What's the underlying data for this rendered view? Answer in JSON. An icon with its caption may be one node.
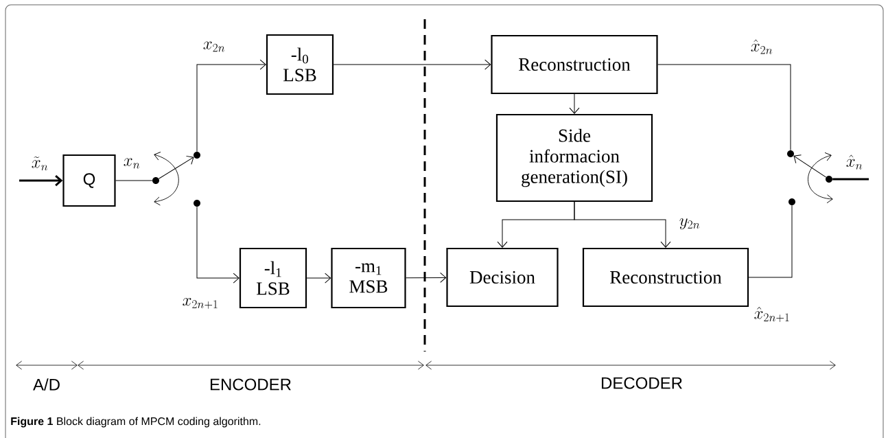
{
  "diagram": {
    "caption": "**Figure 1** Block diagram of MPCM coding algorithm.",
    "nodes": [
      {
        "text": [
          "Q"
        ]
      },
      {
        "text": [],
        "shape": "circle"
      },
      {
        "text": [],
        "shape": "circle"
      },
      {
        "text": [],
        "shape": "circle"
      },
      {
        "text": [
          "-l$_{0}$ LSB"
        ]
      },
      {
        "text": [
          "-l$_{1}$ LSB"
        ]
      },
      {
        "text": [
          "-m$_{1}$ MSB"
        ]
      },
      {
        "text": [
          "Reconstruction"
        ]
      },
      {
        "text": [
          "Side informacion generation(SI)"
        ]
      },
      {
        "text": [
          "Decision"
        ]
      },
      {
        "text": [
          "Reconstruction"
        ]
      },
      {
        "text": [],
        "shape": "circle"
      },
      {
        "text": [],
        "shape": "circle"
      },
      {
        "text": [],
        "shape": "circle"
      }
    ],
    "edges": [
      {
        "from": null,
        "to": 0,
        "arrow": "to",
        "style": "thick",
        "label": "\\tilde{x}_n"
      },
      {
        "from": 0,
        "to": 1,
        "arrow": "none",
        "label": "x_n"
      },
      {
        "from": 1,
        "to": 2,
        "arrow": "to"
      },
      {
        "from": 2,
        "to": 4,
        "arrow": "to",
        "label": "x_{2n}"
      },
      {
        "from": 3,
        "to": 5,
        "arrow": "to",
        "label": "x_{2n+1}"
      },
      {
        "from": 5,
        "to": 6,
        "arrow": "to"
      },
      {
        "from": 6,
        "to": 9,
        "arrow": "to"
      },
      {
        "from": 4,
        "to": 7,
        "arrow": "to"
      },
      {
        "from": 7,
        "to": 8,
        "arrow": "to"
      },
      {
        "from": 8,
        "to": 9,
        "arrow": "to"
      },
      {
        "from": 8,
        "to": 10,
        "arrow": "to",
        "label": "y_{2n}"
      },
      {
        "from": 7,
        "to": 11,
        "arrow": "none",
        "label": "\\hat{x}_{2n}"
      },
      {
        "from": 10,
        "to": 12,
        "arrow": "none",
        "label": "\\hat{x}_{2n+1}"
      },
      {
        "from": 13,
        "to": 11,
        "arrow": "to"
      },
      {
        "from": 13,
        "to": null,
        "arrow": "none",
        "style": "thick",
        "label": "\\hat{x}_n"
      }
    ],
    "labels": [
      "A/D",
      "ENCODER",
      "DECODER"
    ]
  }
}
